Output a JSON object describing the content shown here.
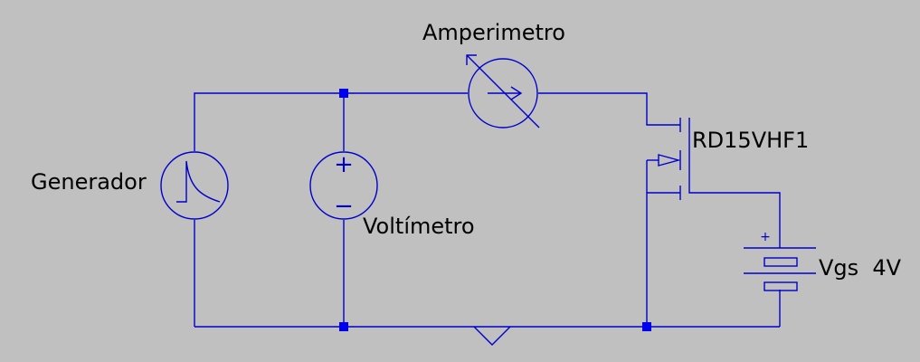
{
  "components": {
    "generator": {
      "label": "Generador"
    },
    "voltmeter": {
      "label": "Voltímetro",
      "plus": "+",
      "minus": "−"
    },
    "ammeter": {
      "label": "Amperimetro"
    },
    "mosfet": {
      "label": "RD15VHF1"
    },
    "battery": {
      "label": "Vgs  4V",
      "plus": "+"
    }
  },
  "colors": {
    "background": "#c0c0c0",
    "wire": "#0000cc",
    "node": "#0000ee",
    "text": "#000000"
  }
}
